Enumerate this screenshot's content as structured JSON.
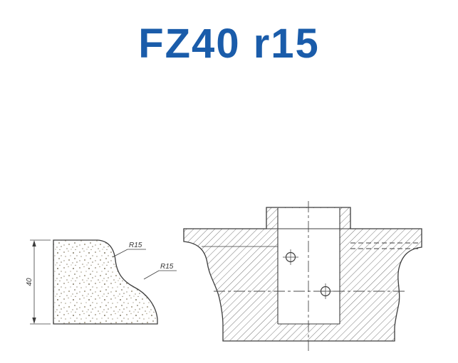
{
  "title": "FZ40 r15",
  "colors": {
    "title_blue": "#1a5caa",
    "line": "#3c3c3c",
    "stipple": "#8f8671"
  },
  "left_drawing": {
    "dimension_label": "40",
    "radius_labels": [
      "R15",
      "R15"
    ]
  },
  "right_drawing": {}
}
